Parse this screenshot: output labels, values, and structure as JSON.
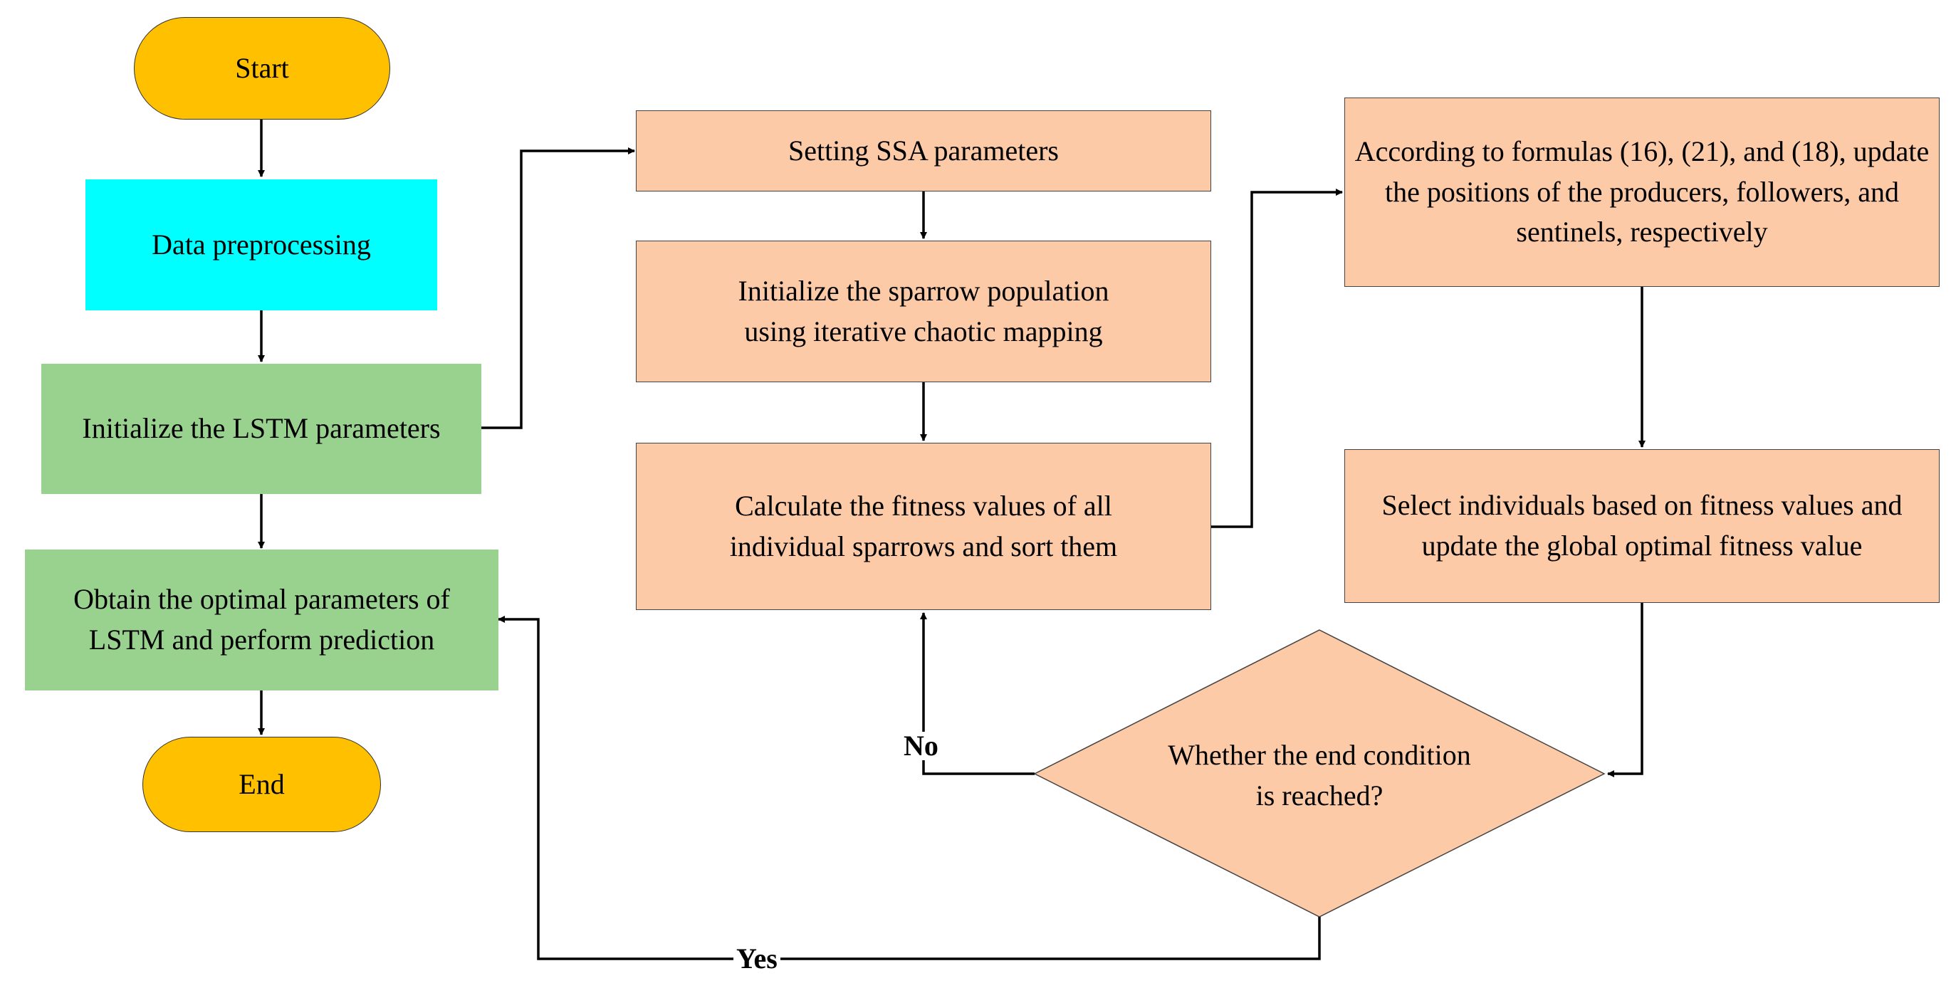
{
  "colors": {
    "terminal": "#FFC000",
    "preprocess": "#00FFFF",
    "lstm": "#99D18F",
    "ssa": "#FDCAA8",
    "line": "#000000"
  },
  "nodes": {
    "start": "Start",
    "data_preprocessing": "Data preprocessing",
    "init_lstm": "Initialize the LSTM parameters",
    "obtain_optimal": "Obtain the optimal parameters of LSTM and perform prediction",
    "end": "End",
    "setting_ssa": "Setting SSA parameters",
    "init_sparrow": "Initialize the sparrow population using iterative chaotic mapping",
    "calc_fitness": "Calculate the fitness values of all individual sparrows and sort them",
    "update_positions": "According to formulas (16), (21), and (18), update the positions of the producers, followers, and sentinels, respectively",
    "select_individuals": "Select individuals based on fitness values and update the global optimal fitness value",
    "end_condition": "Whether the end condition is reached?"
  },
  "edge_labels": {
    "no": "No",
    "yes": "Yes"
  }
}
